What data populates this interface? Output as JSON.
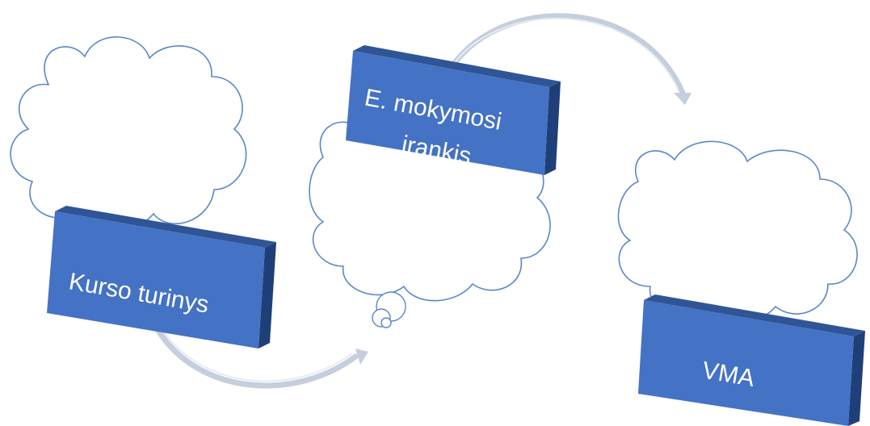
{
  "nodes": [
    {
      "id": "kurso-turinys",
      "lines": [
        "Kurso turinys"
      ]
    },
    {
      "id": "e-mokymosi",
      "lines": [
        "E. mokymosi",
        "įrankis"
      ]
    },
    {
      "id": "vma",
      "lines": [
        "VMA"
      ]
    }
  ],
  "colors": {
    "box_front": "#4472c4",
    "box_top": "#2f5597",
    "box_side": "#1f3f78",
    "cloud_stroke": "#5b86c8",
    "arrow": "#c4cedd",
    "text": "#ffffff"
  }
}
